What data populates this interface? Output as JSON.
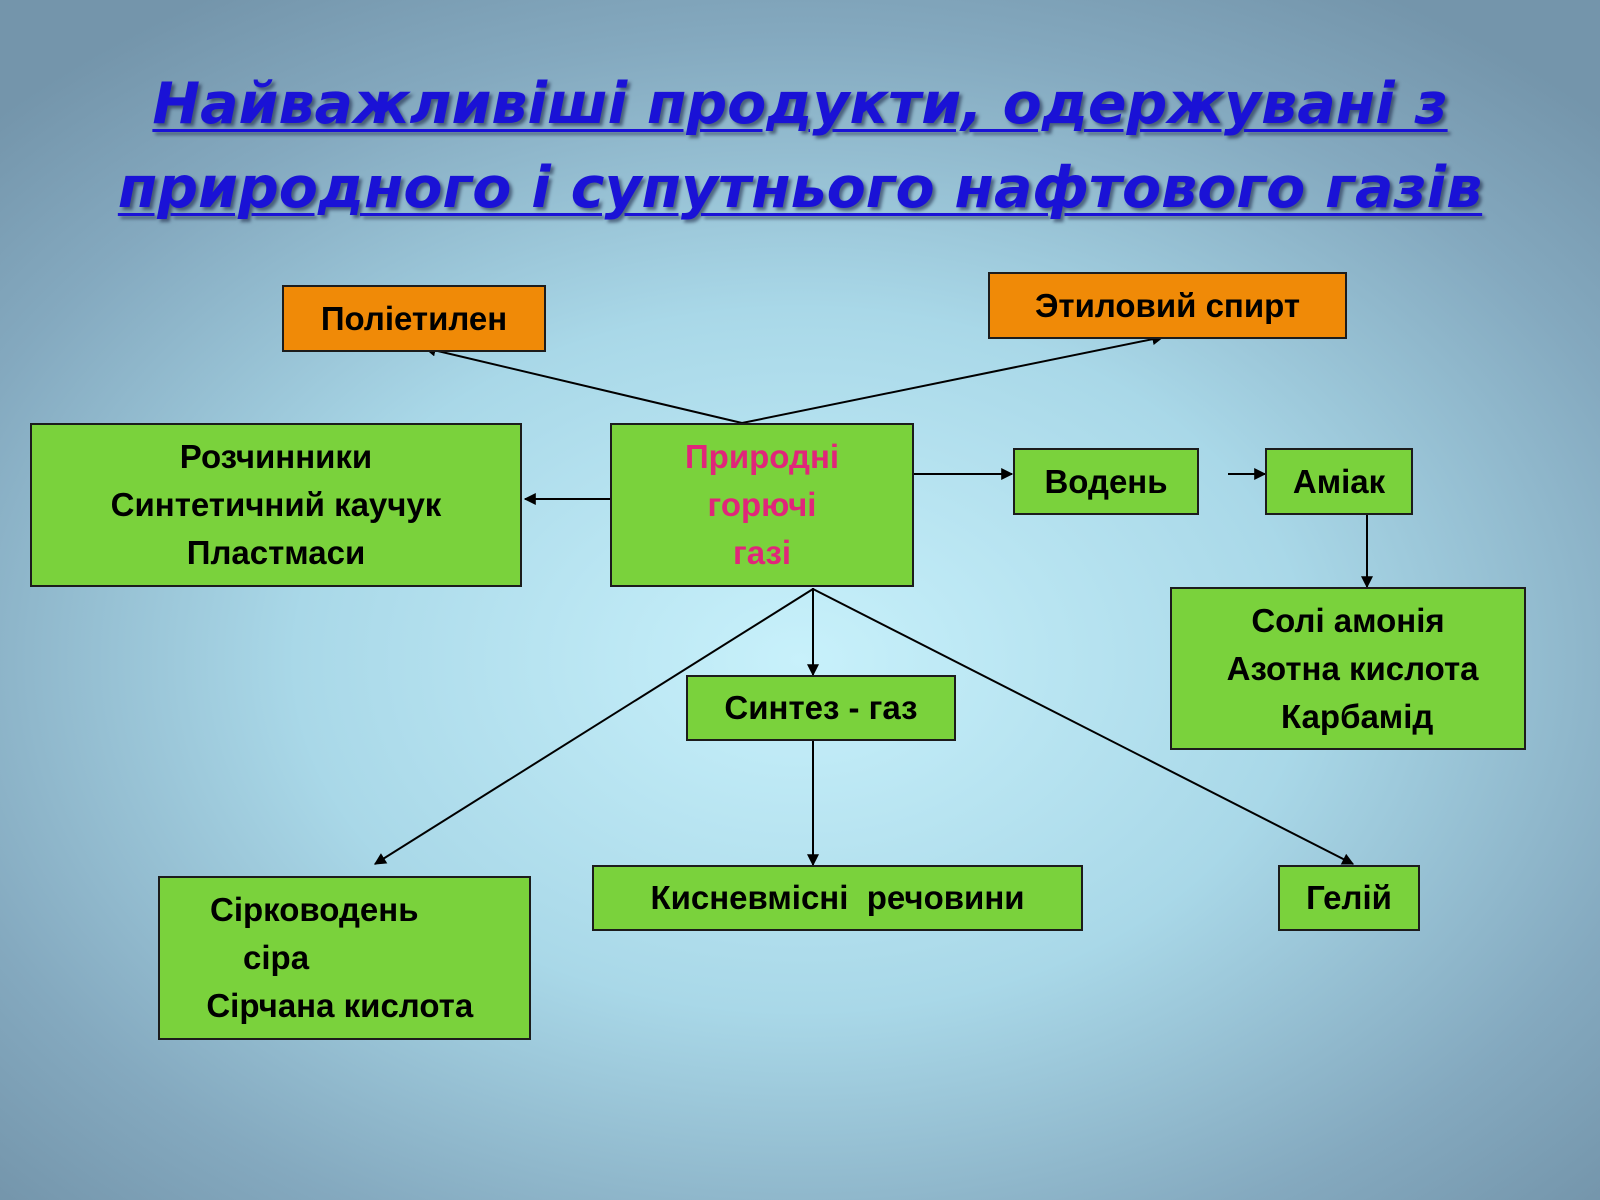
{
  "title": {
    "line1": "Найважливіші продукти, одержувані з",
    "line2": "природного і супутнього нафтового газів"
  },
  "nodes": {
    "center": [
      "Природні",
      "горючі",
      " газі"
    ],
    "polyethylene": [
      "Поліетилен"
    ],
    "ethanol": [
      "Этиловий спирт"
    ],
    "solvents": [
      "Розчинники",
      "Синтетичний каучук",
      "Пластмаси"
    ],
    "hydrogen": [
      "Водень"
    ],
    "ammonia": [
      "Аміак"
    ],
    "ammonia_products": [
      "Солі амонія",
      " Азотна кислота",
      "  Карбамід"
    ],
    "syngas": [
      "Синтез - газ"
    ],
    "sulfur": [
      "Сірководень",
      "      сіра",
      "  Сірчана кислота"
    ],
    "oxygenates": [
      "Кисневмісні  речовини"
    ],
    "helium": [
      "Гелій"
    ]
  },
  "colors": {
    "title": "#1a12d6",
    "box_green": "#7ad23c",
    "box_orange": "#f08a07",
    "center_text": "#e0267a"
  }
}
